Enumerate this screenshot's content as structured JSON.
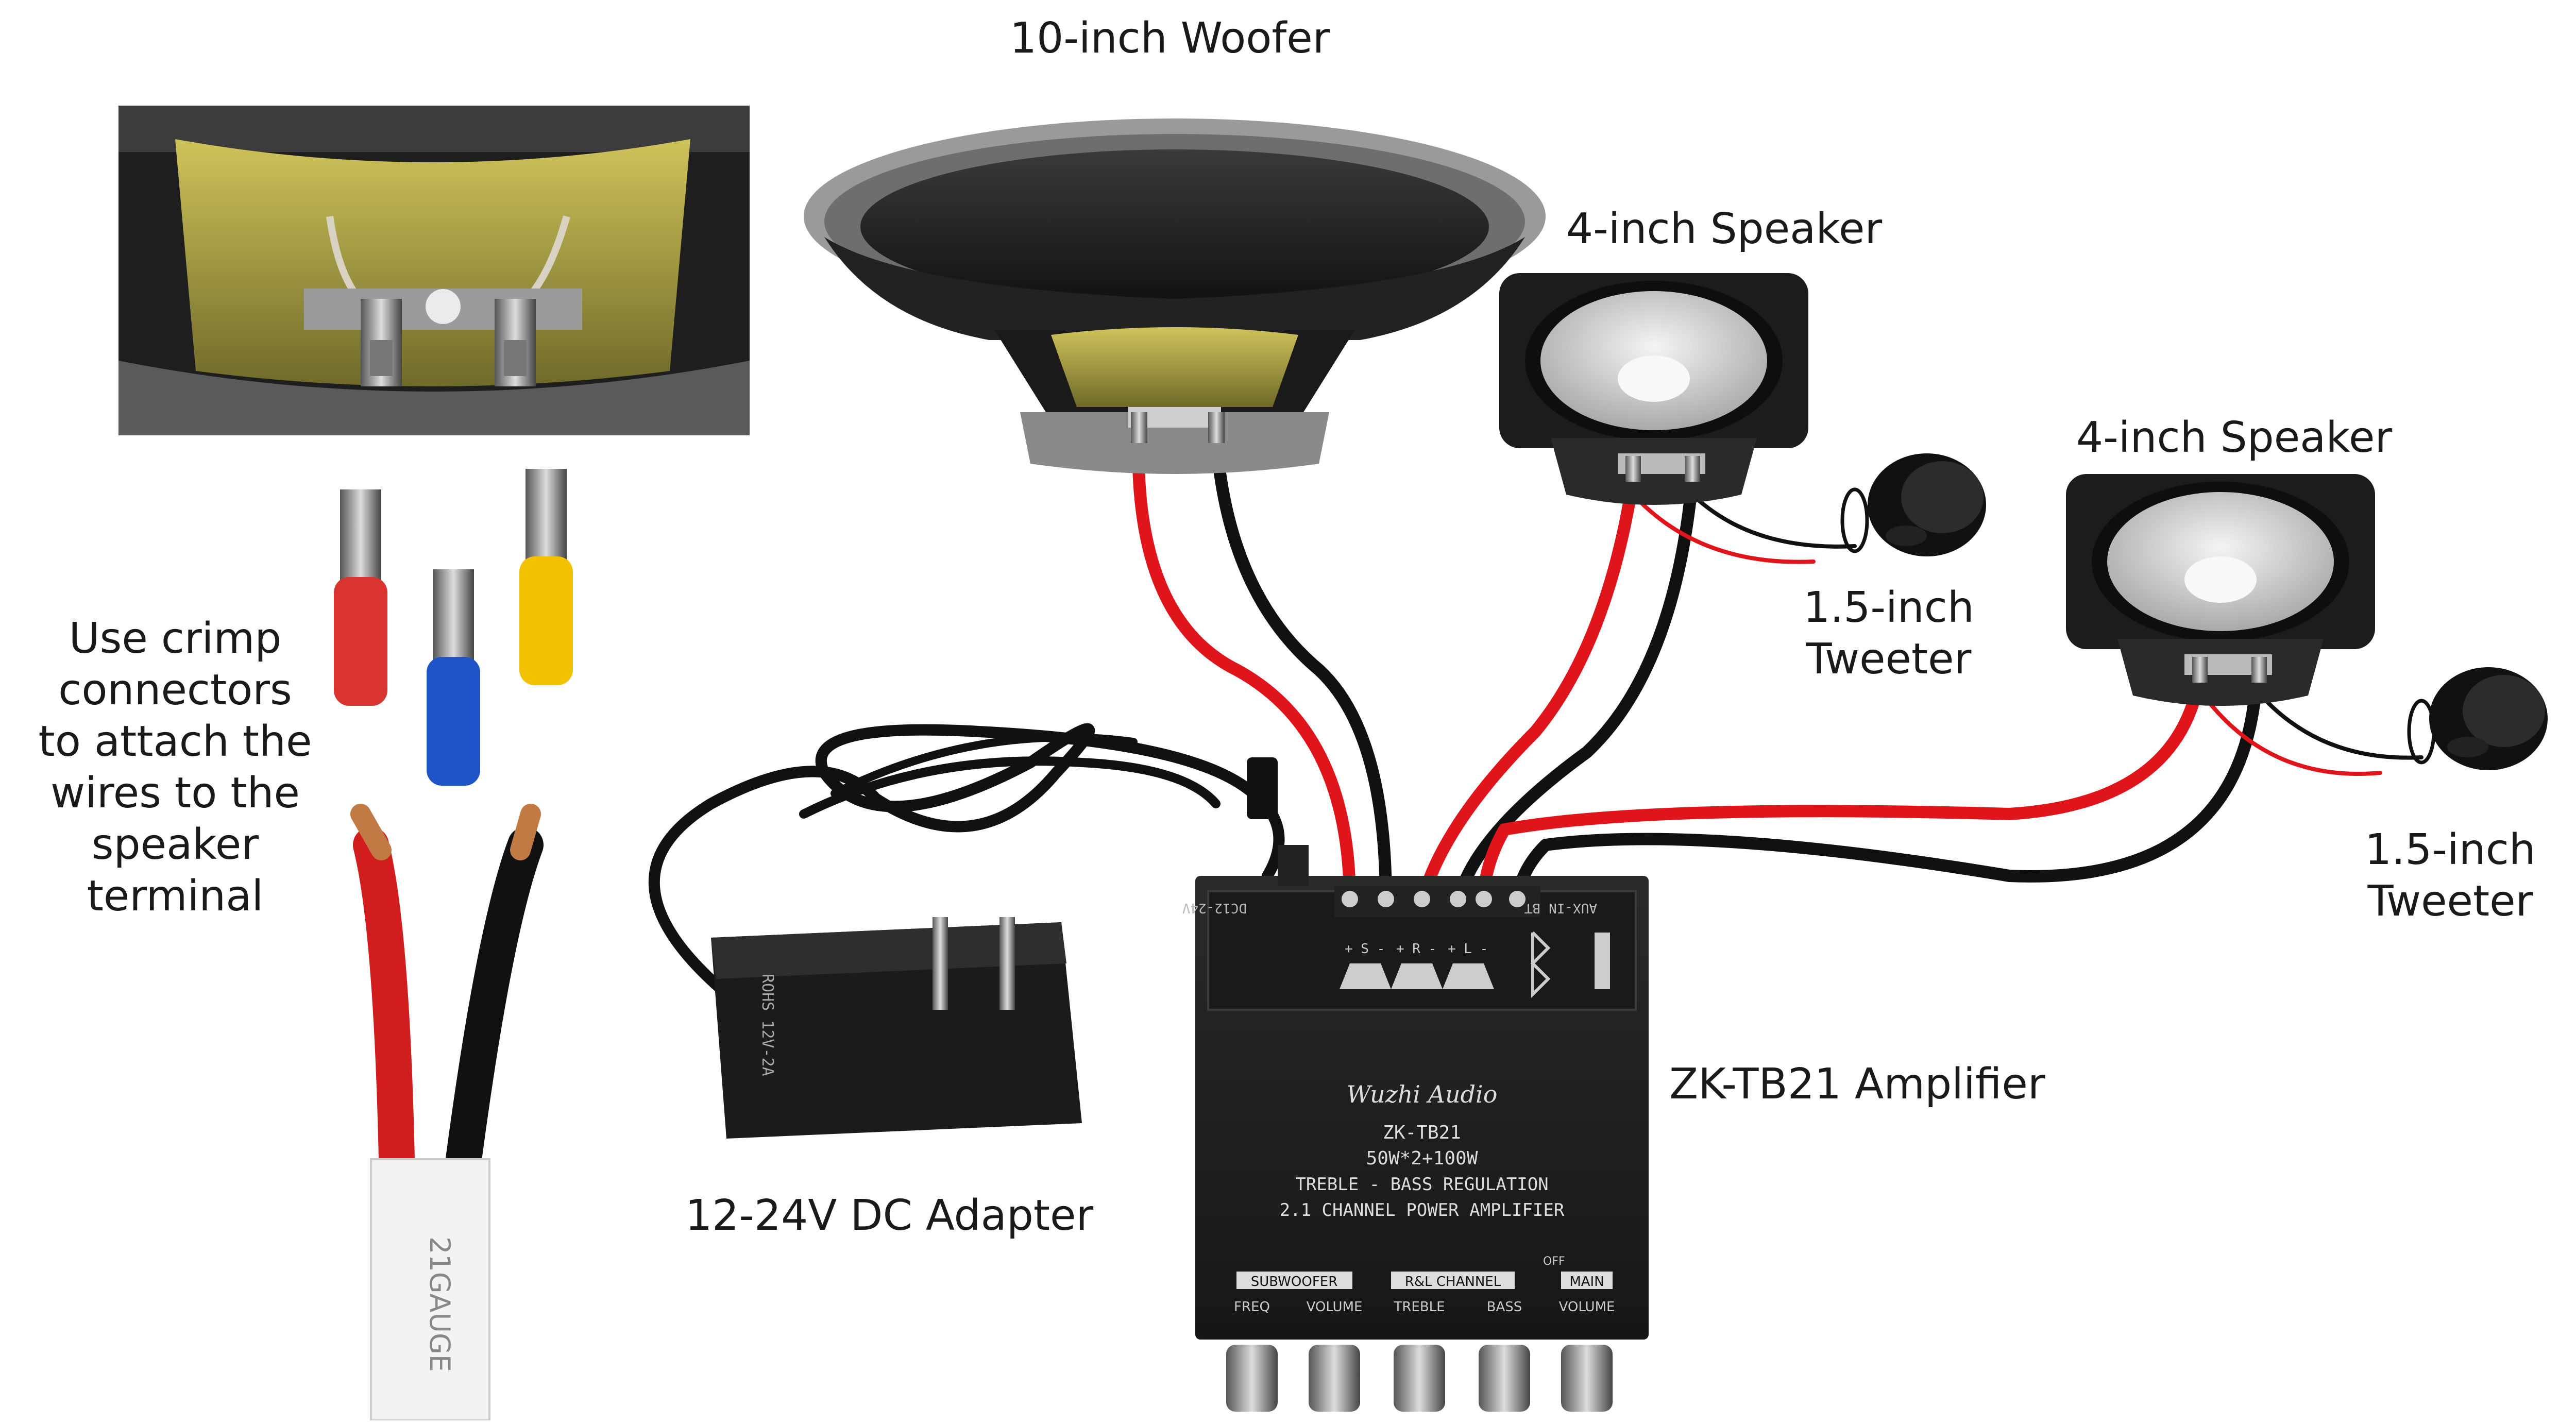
{
  "labels": {
    "woofer": "10-inch Woofer",
    "speaker_left": "4-inch Speaker",
    "speaker_right": "4-inch Speaker",
    "tweeter_left": [
      "1.5-inch",
      "Tweeter"
    ],
    "tweeter_right": [
      "1.5-inch",
      "Tweeter"
    ],
    "amplifier": "ZK-TB21 Amplifier",
    "adapter": "12-24V DC Adapter",
    "crimp_note": [
      "Use crimp",
      "connectors",
      "to attach the",
      "wires to the",
      "speaker",
      "terminal"
    ]
  },
  "amplifier_panel": {
    "top_labels": [
      "DC12-24V",
      "BT",
      "AUX-IN"
    ],
    "terminal_marks": [
      "+ S -",
      "+ R -",
      "+ L -"
    ],
    "brand": "Wuzhi Audio",
    "model": "ZK-TB21",
    "power": "50W*2+100W",
    "line1": "TREBLE - BASS REGULATION",
    "line2": "2.1 CHANNEL POWER AMPLIFIER",
    "knob_groups": [
      "SUBWOOFER",
      "R&L CHANNEL",
      "MAIN"
    ],
    "knob_labels": [
      "FREQ",
      "VOLUME",
      "TREBLE",
      "BASS",
      "VOLUME"
    ],
    "off_label": "OFF"
  },
  "adapter_text": "ROHS 12V-2A",
  "cable_text": "21GAUGE",
  "colors": {
    "positive_wire": "#e0141b",
    "negative_wire": "#111111",
    "crimp_red": "#d9342f",
    "crimp_blue": "#1f55c8",
    "crimp_yellow": "#f2c200"
  }
}
